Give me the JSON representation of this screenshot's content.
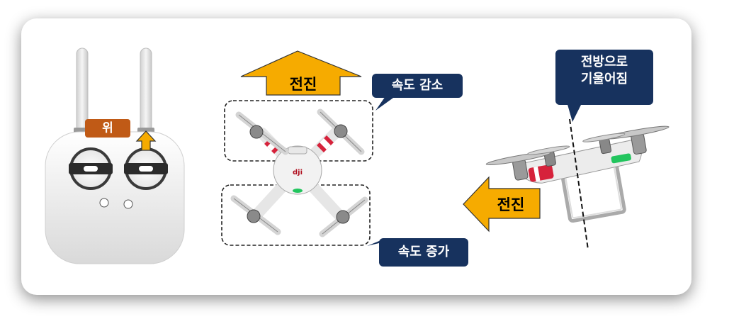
{
  "remote": {
    "up_label": "위"
  },
  "top_view": {
    "forward_label": "전진",
    "decrease_label": "속도 감소",
    "increase_label": "속도 증가"
  },
  "side_view": {
    "tilt_label_line1": "전방으로",
    "tilt_label_line2": "기울어짐",
    "forward_label": "전진"
  },
  "colors": {
    "arrow": "#f6ab00",
    "callout": "#17325e",
    "tag": "#c05a16",
    "prop_stripe": "#d6223b",
    "led": "#22c55e"
  }
}
